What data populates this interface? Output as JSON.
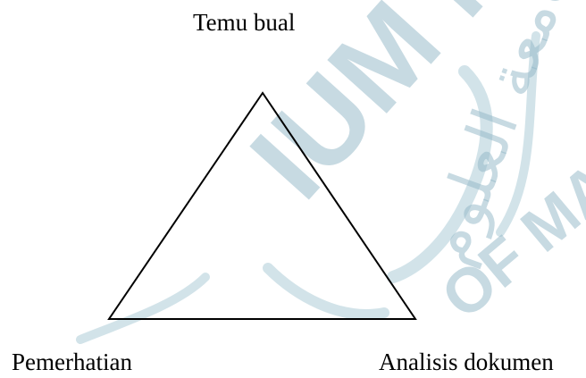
{
  "diagram": {
    "top_label": "Temu bual",
    "left_label": "Pemerhatian",
    "right_label": "Analisis dokumen"
  },
  "watermark": {
    "text_latin": "IUM M",
    "text_arabic": "جامعة العلوم",
    "text_latin_lower": "OF MA",
    "color": "#7faabb"
  }
}
